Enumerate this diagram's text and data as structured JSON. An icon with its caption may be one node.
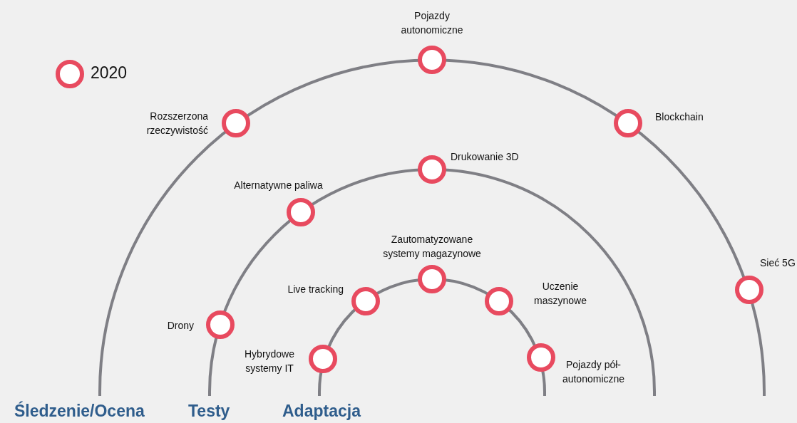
{
  "diagram": {
    "nodes": [
      {
        "text": [],
        "shape": "circle",
        "beside": [
          "Pojazdy autonomiczne"
        ]
      },
      {
        "text": [],
        "shape": "circle",
        "beside": [
          "Rozszerzona rzeczywistość"
        ]
      },
      {
        "text": [],
        "shape": "circle",
        "beside": [
          "Blockchain"
        ]
      },
      {
        "text": [],
        "shape": "circle",
        "beside": [
          "Drukowanie 3D"
        ]
      },
      {
        "text": [],
        "shape": "circle",
        "beside": [
          "Alternatywne paliwa"
        ]
      },
      {
        "text": [],
        "shape": "circle",
        "beside": [
          "Zautomatyzowane systemy magazynowe"
        ]
      },
      {
        "text": [],
        "shape": "circle",
        "beside": [
          "Sieć 5G"
        ]
      },
      {
        "text": [],
        "shape": "circle",
        "beside": [
          "Live tracking"
        ]
      },
      {
        "text": [],
        "shape": "circle",
        "beside": [
          "Uczenie maszynowe"
        ]
      },
      {
        "text": [],
        "shape": "circle",
        "beside": [
          "Drony"
        ]
      },
      {
        "text": [],
        "shape": "circle",
        "beside": [
          "Pojazdy pół-autonomiczne"
        ]
      },
      {
        "text": [],
        "shape": "circle",
        "beside": [
          "Hybrydowe systemy IT"
        ]
      }
    ],
    "edges": [],
    "labels": [
      "Śledzenie/Ocena",
      "Testy",
      "Adaptacja"
    ],
    "legend": [
      {
        "text": "2020"
      }
    ]
  }
}
